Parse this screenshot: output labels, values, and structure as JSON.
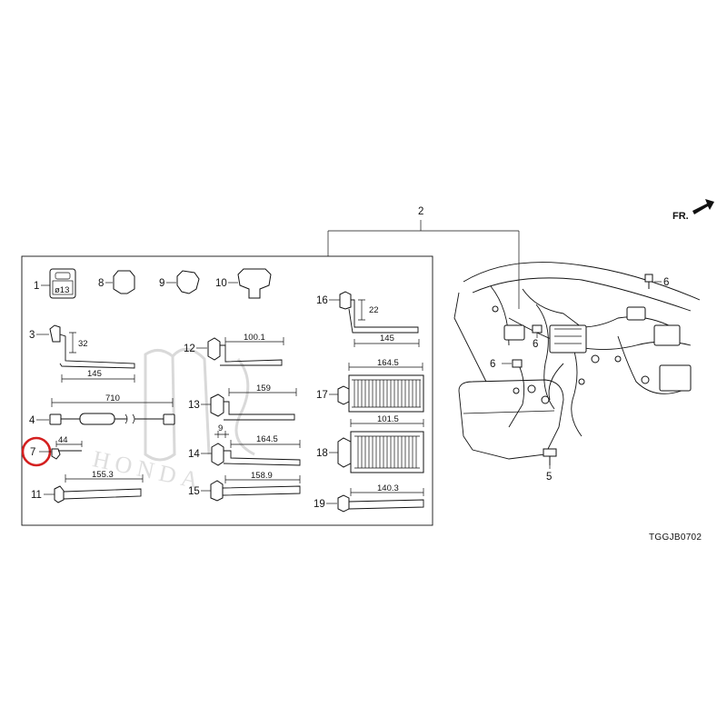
{
  "header": {
    "assembly_number": "2",
    "front_indicator": "FR."
  },
  "diagram_code": "TGGJB0702",
  "callouts": {
    "p1": "1",
    "p2": "2",
    "p3": "3",
    "p4": "4",
    "p5": "5",
    "p6a": "6",
    "p6b": "6",
    "p6c": "6",
    "p7": "7",
    "p8": "8",
    "p9": "9",
    "p10": "10",
    "p11": "11",
    "p12": "12",
    "p13": "13",
    "p14": "14",
    "p15": "15",
    "p16": "16",
    "p17": "17",
    "p18": "18",
    "p19": "19"
  },
  "part1_label": "ø13",
  "dimensions": {
    "p3_height": "32",
    "p3_length": "145",
    "p4_length": "710",
    "p7_length": "44",
    "p11_length": "155.3",
    "p12_length": "100.1",
    "p13_length": "159",
    "p14_offset": "9",
    "p14_length": "164.5",
    "p15_length": "158.9",
    "p16_height": "22",
    "p16_length": "145",
    "p17_length": "164.5",
    "p18_length": "101.5",
    "p19_length": "140.3"
  },
  "watermark_text": "HONDA",
  "highlight": {
    "target_part": "7",
    "color": "#d42020"
  }
}
